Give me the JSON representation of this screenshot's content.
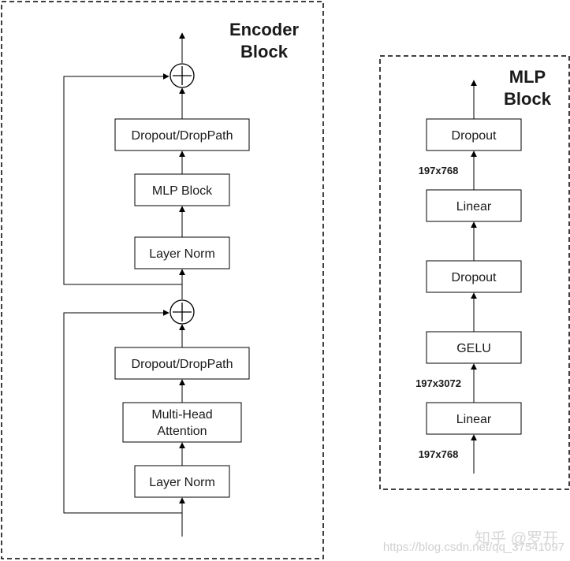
{
  "encoder": {
    "title_line1": "Encoder",
    "title_line2": "Block",
    "dropout_droppath_top": "Dropout/DropPath",
    "mlp_block": "MLP Block",
    "layer_norm_top": "Layer Norm",
    "dropout_droppath_bottom": "Dropout/DropPath",
    "attention_line1": "Multi-Head",
    "attention_line2": "Attention",
    "layer_norm_bottom": "Layer Norm"
  },
  "mlp": {
    "title_line1": "MLP",
    "title_line2": "Block",
    "dropout_top": "Dropout",
    "linear_top": "Linear",
    "dropout_mid": "Dropout",
    "gelu": "GELU",
    "linear_bottom": "Linear",
    "dim_input": "197x768",
    "dim_hidden": "197x3072",
    "dim_output": "197x768"
  },
  "watermark": {
    "author": "知乎 @罗开",
    "url": "https://blog.csdn.net/qq_37541097"
  }
}
